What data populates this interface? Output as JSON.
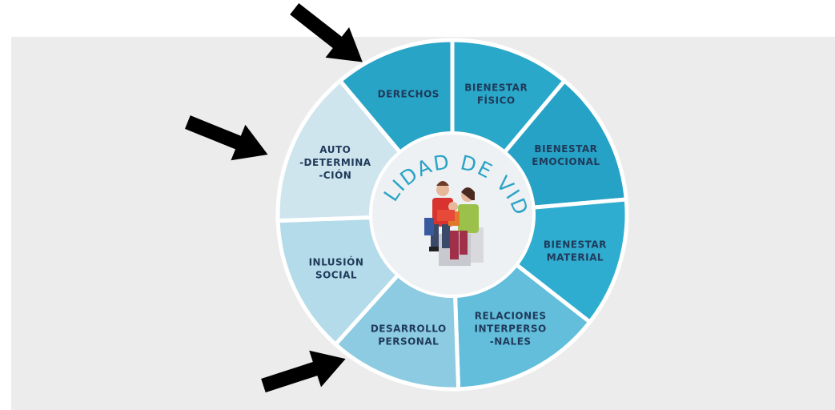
{
  "diagram": {
    "center_title": "CALIDAD DE VIDA",
    "segments": [
      {
        "id": "derechos",
        "lines": [
          "DERECHOS"
        ],
        "color": "#28a4c7"
      },
      {
        "id": "bienestar-fisico",
        "lines": [
          "BIENESTAR",
          "FÍSICO"
        ],
        "color": "#2aa8c9"
      },
      {
        "id": "bienestar-emocional",
        "lines": [
          "BIENESTAR",
          "EMOCIONAL"
        ],
        "color": "#25a2c6"
      },
      {
        "id": "bienestar-material",
        "lines": [
          "BIENESTAR",
          "MATERIAL"
        ],
        "color": "#2fadd0"
      },
      {
        "id": "relaciones-interpersonales",
        "lines": [
          "RELACIONES",
          "INTERPERSO",
          "-NALES"
        ],
        "color": "#62bedb"
      },
      {
        "id": "desarrollo-personal",
        "lines": [
          "DESARROLLO",
          "PERSONAL"
        ],
        "color": "#8ccbe1"
      },
      {
        "id": "inclusion-social",
        "lines": [
          "INLUSIÓN",
          "SOCIAL"
        ],
        "color": "#b4dbe9"
      },
      {
        "id": "autodeterminacion",
        "lines": [
          "AUTO",
          "-DETERMINA",
          "-CIÓN"
        ],
        "color": "#cfe5ee"
      }
    ],
    "arrows_color": "#000000",
    "center_color": "#eef1f3"
  }
}
